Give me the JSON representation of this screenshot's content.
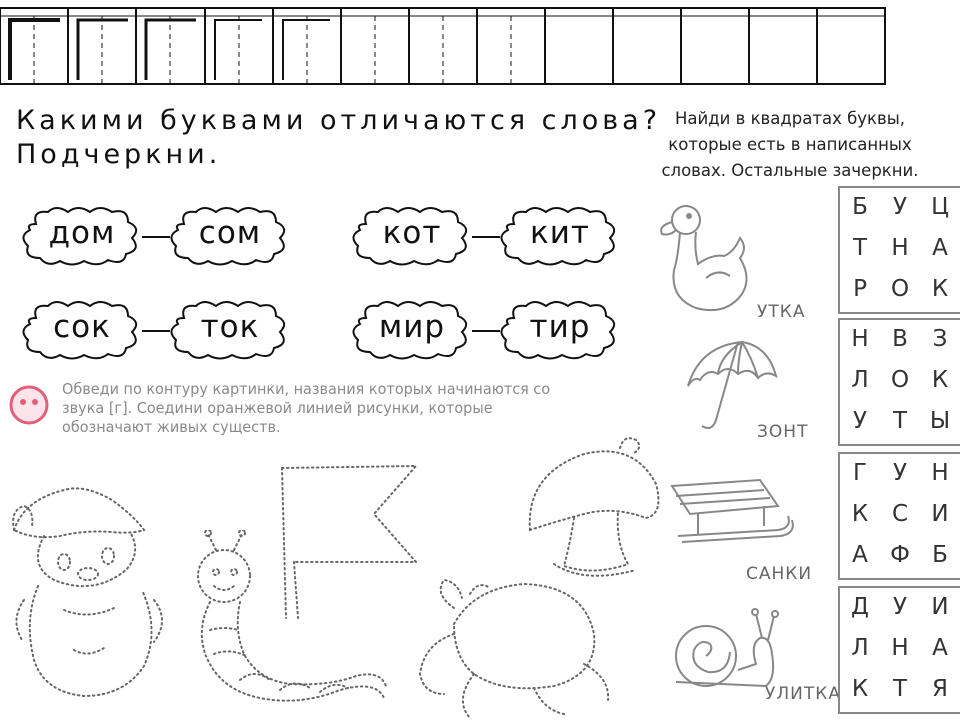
{
  "task1": {
    "title_line1": "Какими буквами отличаются слова?",
    "title_line2": "Подчеркни.",
    "pairs": [
      {
        "left": "дом",
        "right": "сом"
      },
      {
        "left": "кот",
        "right": "кит"
      },
      {
        "left": "сок",
        "right": "ток"
      },
      {
        "left": "мир",
        "right": "тир"
      }
    ]
  },
  "task2": {
    "text": "Обведи по контуру картинки, названия которых начинаются со звука [г]. Соедини оранжевой линией рисунки, которые обозначают живых существ."
  },
  "task3": {
    "instruction": "Найди в квадратах буквы, которые есть в написанных словах. Остальные зачеркни.",
    "pictures": [
      {
        "label": "УТКА",
        "icon": "duck-icon"
      },
      {
        "label": "ЗОНТ",
        "icon": "umbrella-icon"
      },
      {
        "label": "САНКИ",
        "icon": "sled-icon"
      },
      {
        "label": "УЛИТКА",
        "icon": "snail-icon"
      }
    ],
    "grids": [
      [
        [
          "Б",
          "У",
          "Ц"
        ],
        [
          "Т",
          "Н",
          "А"
        ],
        [
          "Р",
          "О",
          "К"
        ]
      ],
      [
        [
          "Н",
          "В",
          "З"
        ],
        [
          "Л",
          "О",
          "К"
        ],
        [
          "У",
          "Т",
          "Ы"
        ]
      ],
      [
        [
          "Г",
          "У",
          "Н"
        ],
        [
          "К",
          "С",
          "И"
        ],
        [
          "А",
          "Ф",
          "Б"
        ]
      ],
      [
        [
          "Д",
          "У",
          "И"
        ],
        [
          "Л",
          "Н",
          "А"
        ],
        [
          "К",
          "Т",
          "Я"
        ]
      ]
    ]
  },
  "dotted_pictures": [
    "gnome-icon",
    "caterpillar-icon",
    "flag-icon",
    "mushroom-icon",
    "crab-icon"
  ],
  "colors": {
    "ink": "#111111",
    "smiley": "#e0607a",
    "faint_text": "#8a8a8a"
  }
}
